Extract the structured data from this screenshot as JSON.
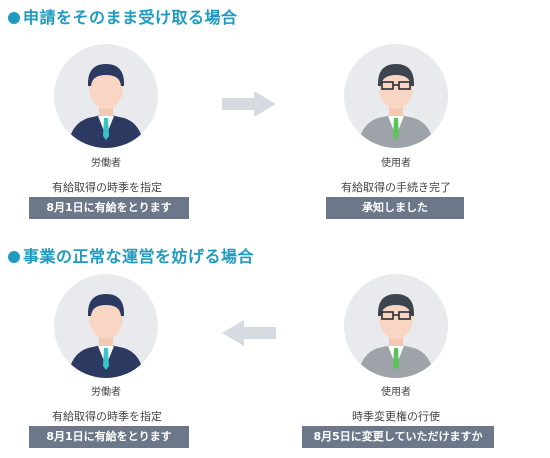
{
  "sections": [
    {
      "title": "申請をそのまま受け取る場合",
      "left": {
        "role": "労働者",
        "caption": "有給取得の時季を指定",
        "box": "8月1日に有給をとります"
      },
      "right": {
        "role": "使用者",
        "caption": "有給取得の手続き完了",
        "box": "承知しました"
      },
      "arrow_direction": "right"
    },
    {
      "title": "事業の正常な運営を妨げる場合",
      "left": {
        "role": "労働者",
        "caption": "有給取得の時季を指定",
        "box": "8月1日に有給をとります"
      },
      "right": {
        "role": "使用者",
        "caption": "時季変更権の行使",
        "box": "8月5日に変更していただけますか"
      },
      "arrow_direction": "left"
    }
  ],
  "colors": {
    "title": "#1f9bc0",
    "box": "#6c7889",
    "circle": "#e9eaee",
    "arrow": "#d6dbe1",
    "worker_suit": "#2c3a62",
    "worker_tie": "#3cc3c8",
    "employer_suit": "#9ea3aa",
    "employer_tie": "#5cc25a"
  }
}
